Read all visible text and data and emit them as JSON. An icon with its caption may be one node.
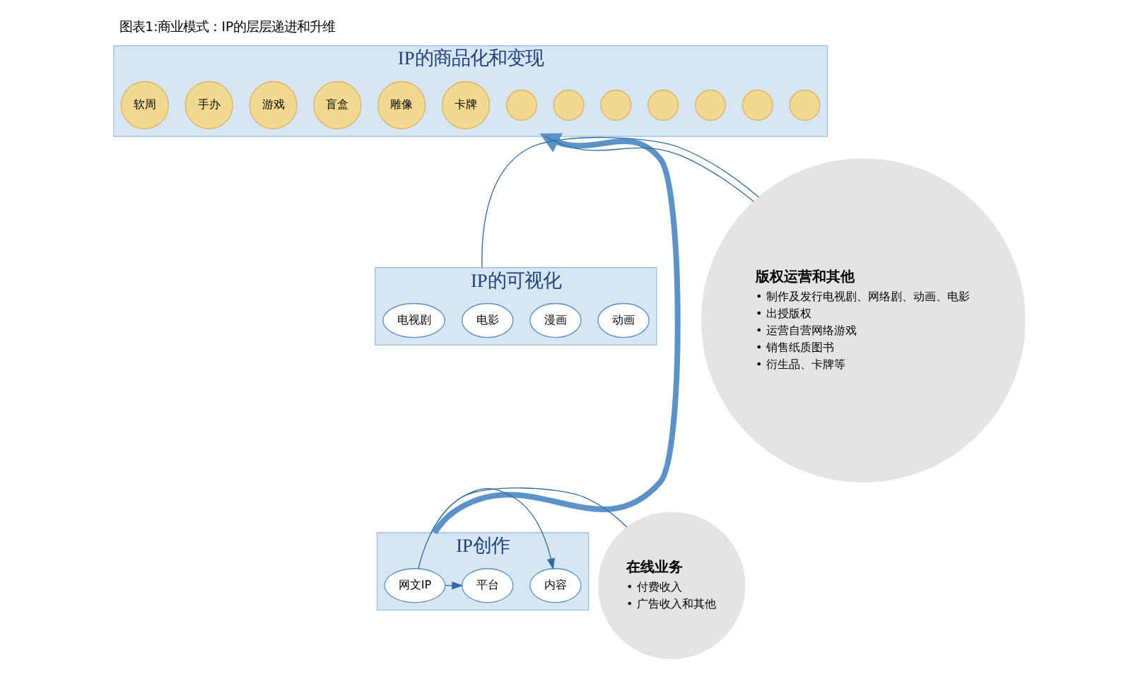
{
  "diagram": {
    "title": "图表1:商业模式：IP的层层递进和升维",
    "nodes": [
      {
        "text": [
          "IP的商品化和变现"
        ]
      },
      {
        "text": [],
        "shape": "circle",
        "in": 0
      },
      {
        "text": [],
        "shape": "circle",
        "in": 0
      },
      {
        "text": [],
        "shape": "circle",
        "in": 0
      },
      {
        "text": [],
        "shape": "circle",
        "in": 0
      },
      {
        "text": [],
        "shape": "circle",
        "in": 0
      },
      {
        "text": [],
        "shape": "circle",
        "in": 0
      },
      {
        "text": [],
        "shape": "circle",
        "in": 0
      },
      {
        "text": [
          "卡牌"
        ],
        "in": 0
      },
      {
        "text": [
          "雕像"
        ],
        "in": 0
      },
      {
        "text": [
          "盲盒"
        ],
        "in": 0
      },
      {
        "text": [
          "游戏"
        ],
        "in": 0
      },
      {
        "text": [
          "手办"
        ],
        "in": 0
      },
      {
        "text": [
          "软周"
        ],
        "in": 0
      },
      {
        "text": [
          "IP的可视化"
        ]
      },
      {
        "text": [
          "动画"
        ],
        "in": 14
      },
      {
        "text": [
          "漫画"
        ],
        "in": 14
      },
      {
        "text": [
          "电影"
        ],
        "in": 14
      },
      {
        "text": [
          "电视剧"
        ],
        "in": 14
      },
      {
        "text": [
          "IP创作"
        ]
      },
      {
        "text": [
          "内容"
        ],
        "in": 19
      },
      {
        "text": [
          "网文IP"
        ],
        "in": 19
      },
      {
        "text": [
          "平台"
        ],
        "in": 19
      },
      {
        "text": [
          "版权运营和其他",
          "• 制作及发行电视剧、网络剧、动画、电影",
          "• 出授版权",
          "• 运营自营网络游戏",
          "• 销售纸质图书",
          "• 衍生品、卡牌等"
        ]
      },
      {
        "text": [
          "在线业务",
          "• 付费收入",
          "• 广告收入和其他"
        ]
      }
    ],
    "edges": [
      {
        "from": 21,
        "to": 20,
        "arrow": "to"
      },
      {
        "from": 21,
        "to": 22,
        "arrow": "to"
      },
      {
        "from": 23,
        "to": 0,
        "arrow": "none"
      },
      {
        "from": 23,
        "to": 14,
        "arrow": "none"
      },
      {
        "from": 24,
        "to": 19,
        "arrow": "none"
      },
      {
        "from": 19,
        "to": 0,
        "arrow": "to",
        "style": "thick",
        "color": "#5b93c9"
      }
    ]
  }
}
